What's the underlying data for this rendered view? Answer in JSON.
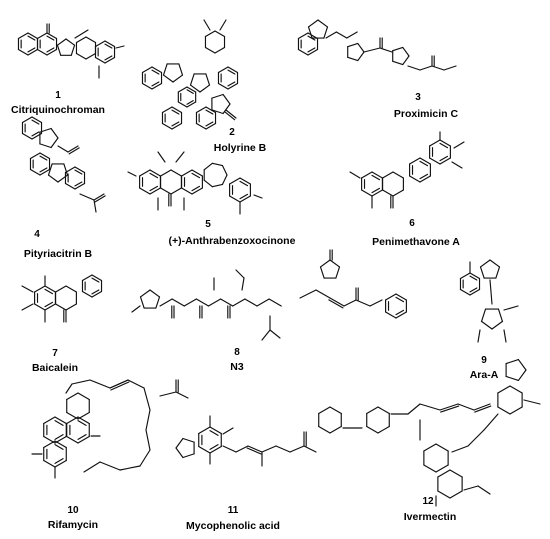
{
  "compounds": [
    {
      "number": "1",
      "name": "Citriquinochroman"
    },
    {
      "number": "2",
      "name": "Holyrine B"
    },
    {
      "number": "3",
      "name": "Proximicin C"
    },
    {
      "number": "4",
      "name": "Pityriacitrin B"
    },
    {
      "number": "5",
      "name": "(+)-Anthrabenzoxocinone"
    },
    {
      "number": "6",
      "name": "Penimethavone A"
    },
    {
      "number": "7",
      "name": "Baicalein"
    },
    {
      "number": "8",
      "name": "N3"
    },
    {
      "number": "9",
      "name": "Ara-A"
    },
    {
      "number": "10",
      "name": "Rifamycin"
    },
    {
      "number": "11",
      "name": "Mycophenolic acid"
    },
    {
      "number": "12",
      "name": "Ivermectin"
    }
  ],
  "colors": {
    "bond": "#111111",
    "heteroatom": "#111111",
    "background": "#ffffff"
  }
}
